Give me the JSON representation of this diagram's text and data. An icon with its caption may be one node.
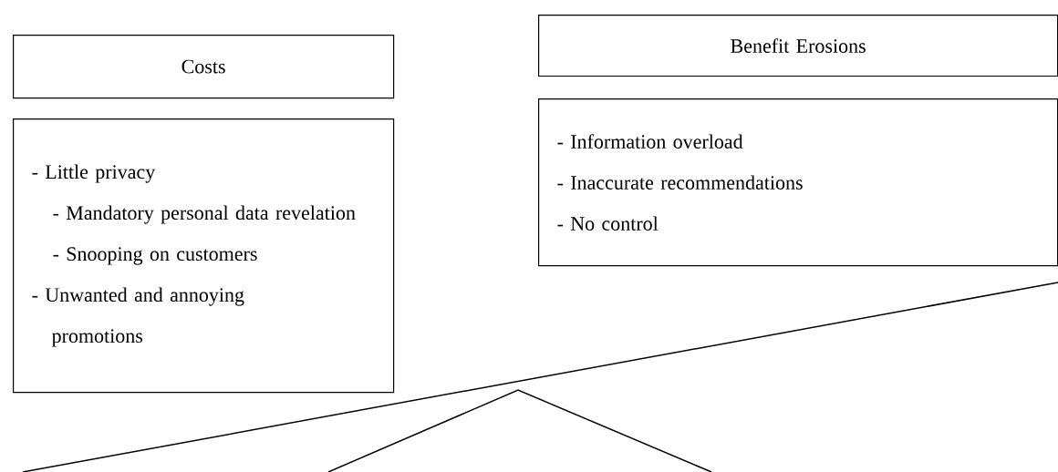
{
  "diagram": {
    "nodes": [
      {
        "text": [
          "Costs"
        ]
      },
      {
        "text": [
          "- Little privacy",
          "- Mandatory personal data revelation",
          "- Snooping on customers",
          "- Unwanted and annoying promotions"
        ]
      },
      {
        "text": [
          "Benefit Erosions"
        ]
      },
      {
        "text": [
          "- Information overload",
          "- Inaccurate recommendations",
          "- No control"
        ]
      }
    ]
  }
}
